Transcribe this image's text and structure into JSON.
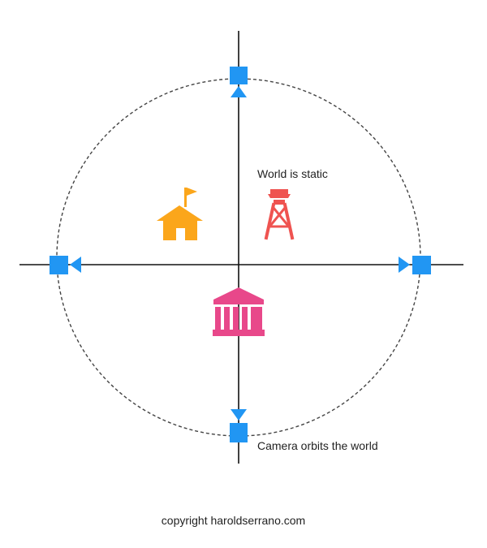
{
  "labels": {
    "world_static": "World is static",
    "camera_orbits": "Camera orbits the world",
    "copyright": "copyright haroldserrano.com"
  },
  "icons": {
    "school": "school-house-icon",
    "tower": "watch-tower-icon",
    "museum": "museum-building-icon",
    "camera": "camera-icon"
  },
  "colors": {
    "camera": "#2196F3",
    "school": "#FBA61B",
    "tower": "#EF5350",
    "museum": "#E8488A",
    "axis": "#111111",
    "orbit": "#444444"
  }
}
